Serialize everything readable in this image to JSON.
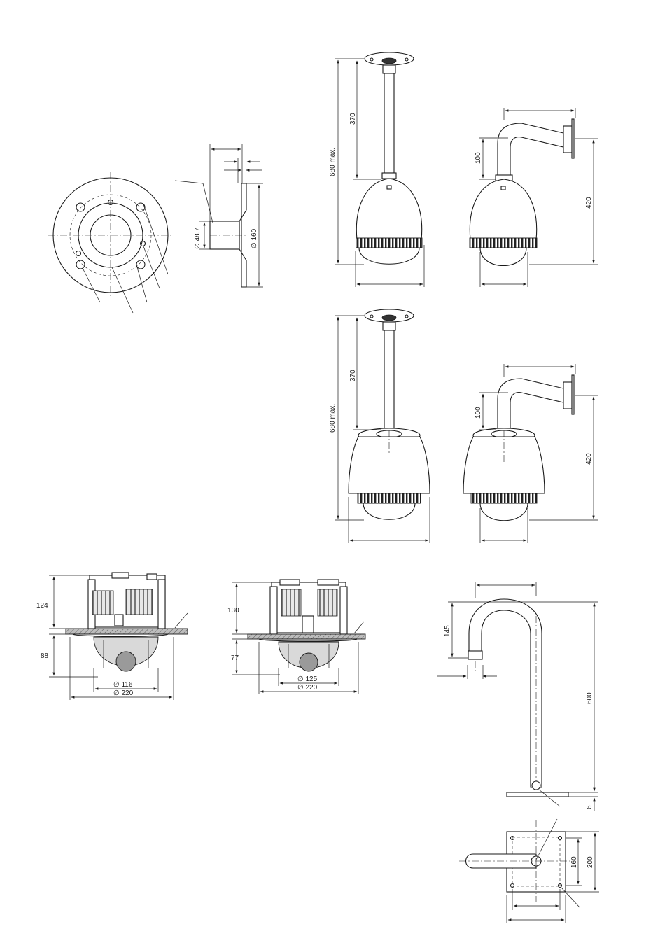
{
  "labels": {
    "flange_pipe_dia": "∅ 48.7",
    "flange_dia": "∅ 160",
    "pendant_max_a": "680 max.",
    "pendant_pipe_a": "370",
    "wall_drop_a": "100",
    "wall_height_a": "420",
    "pendant_max_b": "680 max.",
    "pendant_pipe_b": "370",
    "wall_drop_b": "100",
    "wall_height_b": "420",
    "flush1_above": "124",
    "flush1_below": "88",
    "flush1_dome": "∅ 116",
    "flush1_trim": "∅ 220",
    "flush2_above": "130",
    "flush2_below": "77",
    "flush2_dome": "∅ 125",
    "flush2_trim": "∅ 220",
    "gn_top": "145",
    "gn_height": "600",
    "gn_plate": "6",
    "base_inner": "160",
    "base_outer": "200"
  }
}
